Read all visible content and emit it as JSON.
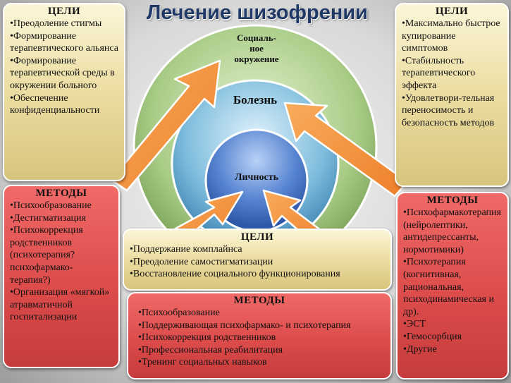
{
  "title": "Лечение шизофрении",
  "circles": {
    "outer": "Социаль-\nное\nокружение",
    "middle": "Болезнь",
    "inner": "Личность"
  },
  "top_left": {
    "heading": "ЦЕЛИ",
    "items": [
      "•Преодоление стигмы",
      "•Формирование терапевтического альянса",
      "•Формирование терапевтической среды в окружении больного",
      "•Обеспечение конфиденциальности"
    ]
  },
  "top_right": {
    "heading": "ЦЕЛИ",
    "items": [
      "•Максимально быстрое купирование симптомов",
      "•Стабильность терапевтического эффекта",
      "•Удовлетвори-тельная переносимость и безопасность методов"
    ]
  },
  "left_methods": {
    "heading": "МЕТОДЫ",
    "items": [
      "•Психообразование",
      "•Дестигматизация",
      "•Психокоррекция родственников (психотерапия? психофармако-терапия?)",
      "•Организация «мягкой» атравматичной госпитализации"
    ]
  },
  "right_methods": {
    "heading": "МЕТОДЫ",
    "items": [
      "•Психофармакотерапия (нейролептики, антидепрессанты, нормотимики)",
      "•Психотерапия (когнитивная, рациональная, психодинамическая и др).",
      "•ЭСТ",
      "•Гемосорбция",
      "•Другие"
    ]
  },
  "center_goals": {
    "heading": "ЦЕЛИ",
    "items": [
      "•Поддержание комплайнса",
      "•Преодоление самостигматизации",
      "•Восстановление социального функционирования"
    ]
  },
  "center_methods": {
    "heading": "МЕТОДЫ",
    "items": [
      "•Психообразование",
      "•Поддерживающая психофармако- и психотерапия",
      "•Психокоррекция родственников",
      "•Профессиональная реабилитация",
      "•Тренинг социальных навыков"
    ]
  },
  "colors": {
    "goal_box": "#edd99a",
    "method_box": "#dc4c4b",
    "outer_ring": "#9dc07a",
    "middle_ring": "#76b6d6",
    "inner_circle": "#3f6fc3",
    "arrow": "#f5923a",
    "title": "#1f3866"
  }
}
